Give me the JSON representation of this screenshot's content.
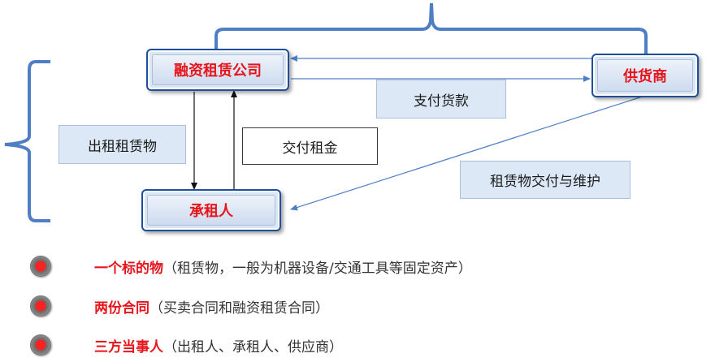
{
  "nodes": {
    "company": "融资租赁公司",
    "supplier": "供货商",
    "lessee": "承租人"
  },
  "edge_labels": {
    "payment": "支付货款",
    "lease_out": "出租租赁物",
    "rent": "交付租金",
    "delivery": "租赁物交付与维护"
  },
  "bullets": [
    {
      "title": "一个标的物",
      "detail": "（租赁物，一般为机器设备/交通工具等固定资产）"
    },
    {
      "title": "两份合同",
      "detail": "（买卖合同和融资租赁合同）"
    },
    {
      "title": "三方当事人",
      "detail": "（出租人、承租人、供应商）"
    }
  ],
  "colors": {
    "accent": "#e8141b",
    "line": "#4f7fc6",
    "brace": "#4e7ec4"
  }
}
